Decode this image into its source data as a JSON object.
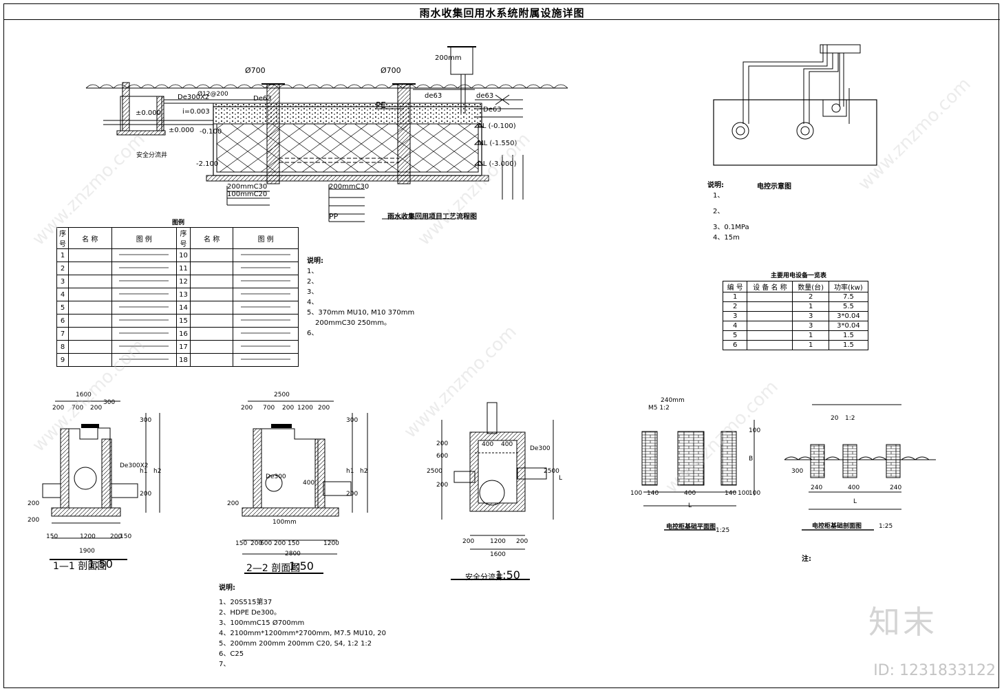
{
  "title": "雨水收集回用水系统附属设施详图",
  "flow": {
    "caption": "雨水收集回用项目工艺流程图",
    "labels": [
      "Ø700",
      "Ø700",
      "De300X2",
      "De63",
      "de63",
      "de63",
      "De63",
      "±0.000",
      "±0.000",
      "-0.100",
      "-2.100",
      "AL (-0.100)",
      "ML (-1.550)",
      "DL (-3.000)",
      "i=0.003",
      "200mmC30",
      "100mmC20",
      "200mmC30",
      "PE",
      "PP",
      "200mm",
      "安全分流井",
      "Ø12@200"
    ]
  },
  "legend": {
    "title": "图例",
    "headers": [
      "序号",
      "名 称",
      "图 例",
      "序号",
      "名 称",
      "图 例"
    ],
    "rows": [
      [
        "1",
        "",
        "",
        "10",
        "",
        ""
      ],
      [
        "2",
        "",
        "",
        "11",
        "",
        ""
      ],
      [
        "3",
        "",
        "",
        "12",
        "",
        ""
      ],
      [
        "4",
        "",
        "",
        "13",
        "",
        ""
      ],
      [
        "5",
        "",
        "",
        "14",
        "",
        ""
      ],
      [
        "6",
        "",
        "",
        "15",
        "",
        ""
      ],
      [
        "7",
        "",
        "",
        "16",
        "",
        ""
      ],
      [
        "8",
        "",
        "",
        "17",
        "",
        ""
      ],
      [
        "9",
        "",
        "",
        "18",
        "",
        ""
      ]
    ]
  },
  "notes1": {
    "title": "说明:",
    "items": [
      "1、",
      "2、",
      "3、",
      "4、",
      "5、370mm MU10, M10 370mm",
      "200mmC30 250mm。",
      "6、"
    ]
  },
  "control": {
    "caption": "电控示意图",
    "notes_title": "说明:",
    "items": [
      "1、",
      "2、",
      "3、0.1MPa",
      "4、15m"
    ],
    "equip_title": "主要用电设备一览表",
    "equip_headers": [
      "编 号",
      "设 备 名 称",
      "数量(台)",
      "功率(kw)"
    ],
    "equip_rows": [
      [
        "1",
        "",
        "2",
        "7.5"
      ],
      [
        "2",
        "",
        "1",
        "5.5"
      ],
      [
        "3",
        "",
        "3",
        "3*0.04"
      ],
      [
        "4",
        "",
        "3",
        "3*0.04"
      ],
      [
        "5",
        "",
        "1",
        "1.5"
      ],
      [
        "6",
        "",
        "1",
        "1.5"
      ]
    ]
  },
  "sections": {
    "s11": {
      "caption": "1—1 剖面图",
      "scale": "1:50",
      "dims": [
        "1600",
        "200",
        "700",
        "200",
        "300",
        "300",
        "h1",
        "h2",
        "De300X2",
        "200",
        "150",
        "1200",
        "200",
        "150",
        "1900",
        "200",
        "200"
      ]
    },
    "s22": {
      "caption": "2—2 剖面图",
      "scale": "1:50",
      "dims": [
        "2500",
        "200",
        "700",
        "200",
        "1200",
        "200",
        "300",
        "h1",
        "h2",
        "De300",
        "400",
        "100mm",
        "150",
        "200",
        "600",
        "200",
        "150",
        "1200",
        "2800",
        "200",
        "200"
      ]
    },
    "well": {
      "caption": "安全分流井",
      "scale": "1:50",
      "dims": [
        "400",
        "400",
        "De300",
        "2500",
        "2500",
        "200",
        "600",
        "200",
        "200",
        "1200",
        "200",
        "1600",
        "L"
      ]
    },
    "cab1": {
      "caption": "电控柜基础平面图",
      "scale": "1:25",
      "dims": [
        "240mm",
        "M5 1:2",
        "100",
        "B",
        "100",
        "100",
        "140",
        "400",
        "140",
        "100",
        "L"
      ]
    },
    "cab2": {
      "caption": "电控柜基础剖面图",
      "scale": "1:25",
      "dims": [
        "20",
        "1:2",
        "240",
        "400",
        "240",
        "300",
        "L"
      ]
    },
    "cab_note": "注:"
  },
  "notes2": {
    "title": "说明:",
    "items": [
      "1、20S515第37",
      "2、HDPE De300。",
      "3、100mmC15 Ø700mm",
      "4、2100mm*1200mm*2700mm, M7.5 MU10, 20",
      "5、200mm 200mm 200mm C20, S4, 1:2 1:2",
      "6、C25",
      "7、"
    ]
  },
  "watermark": {
    "brand": "知末",
    "id": "ID: 1231833122",
    "site": "www.znzmo.com"
  }
}
